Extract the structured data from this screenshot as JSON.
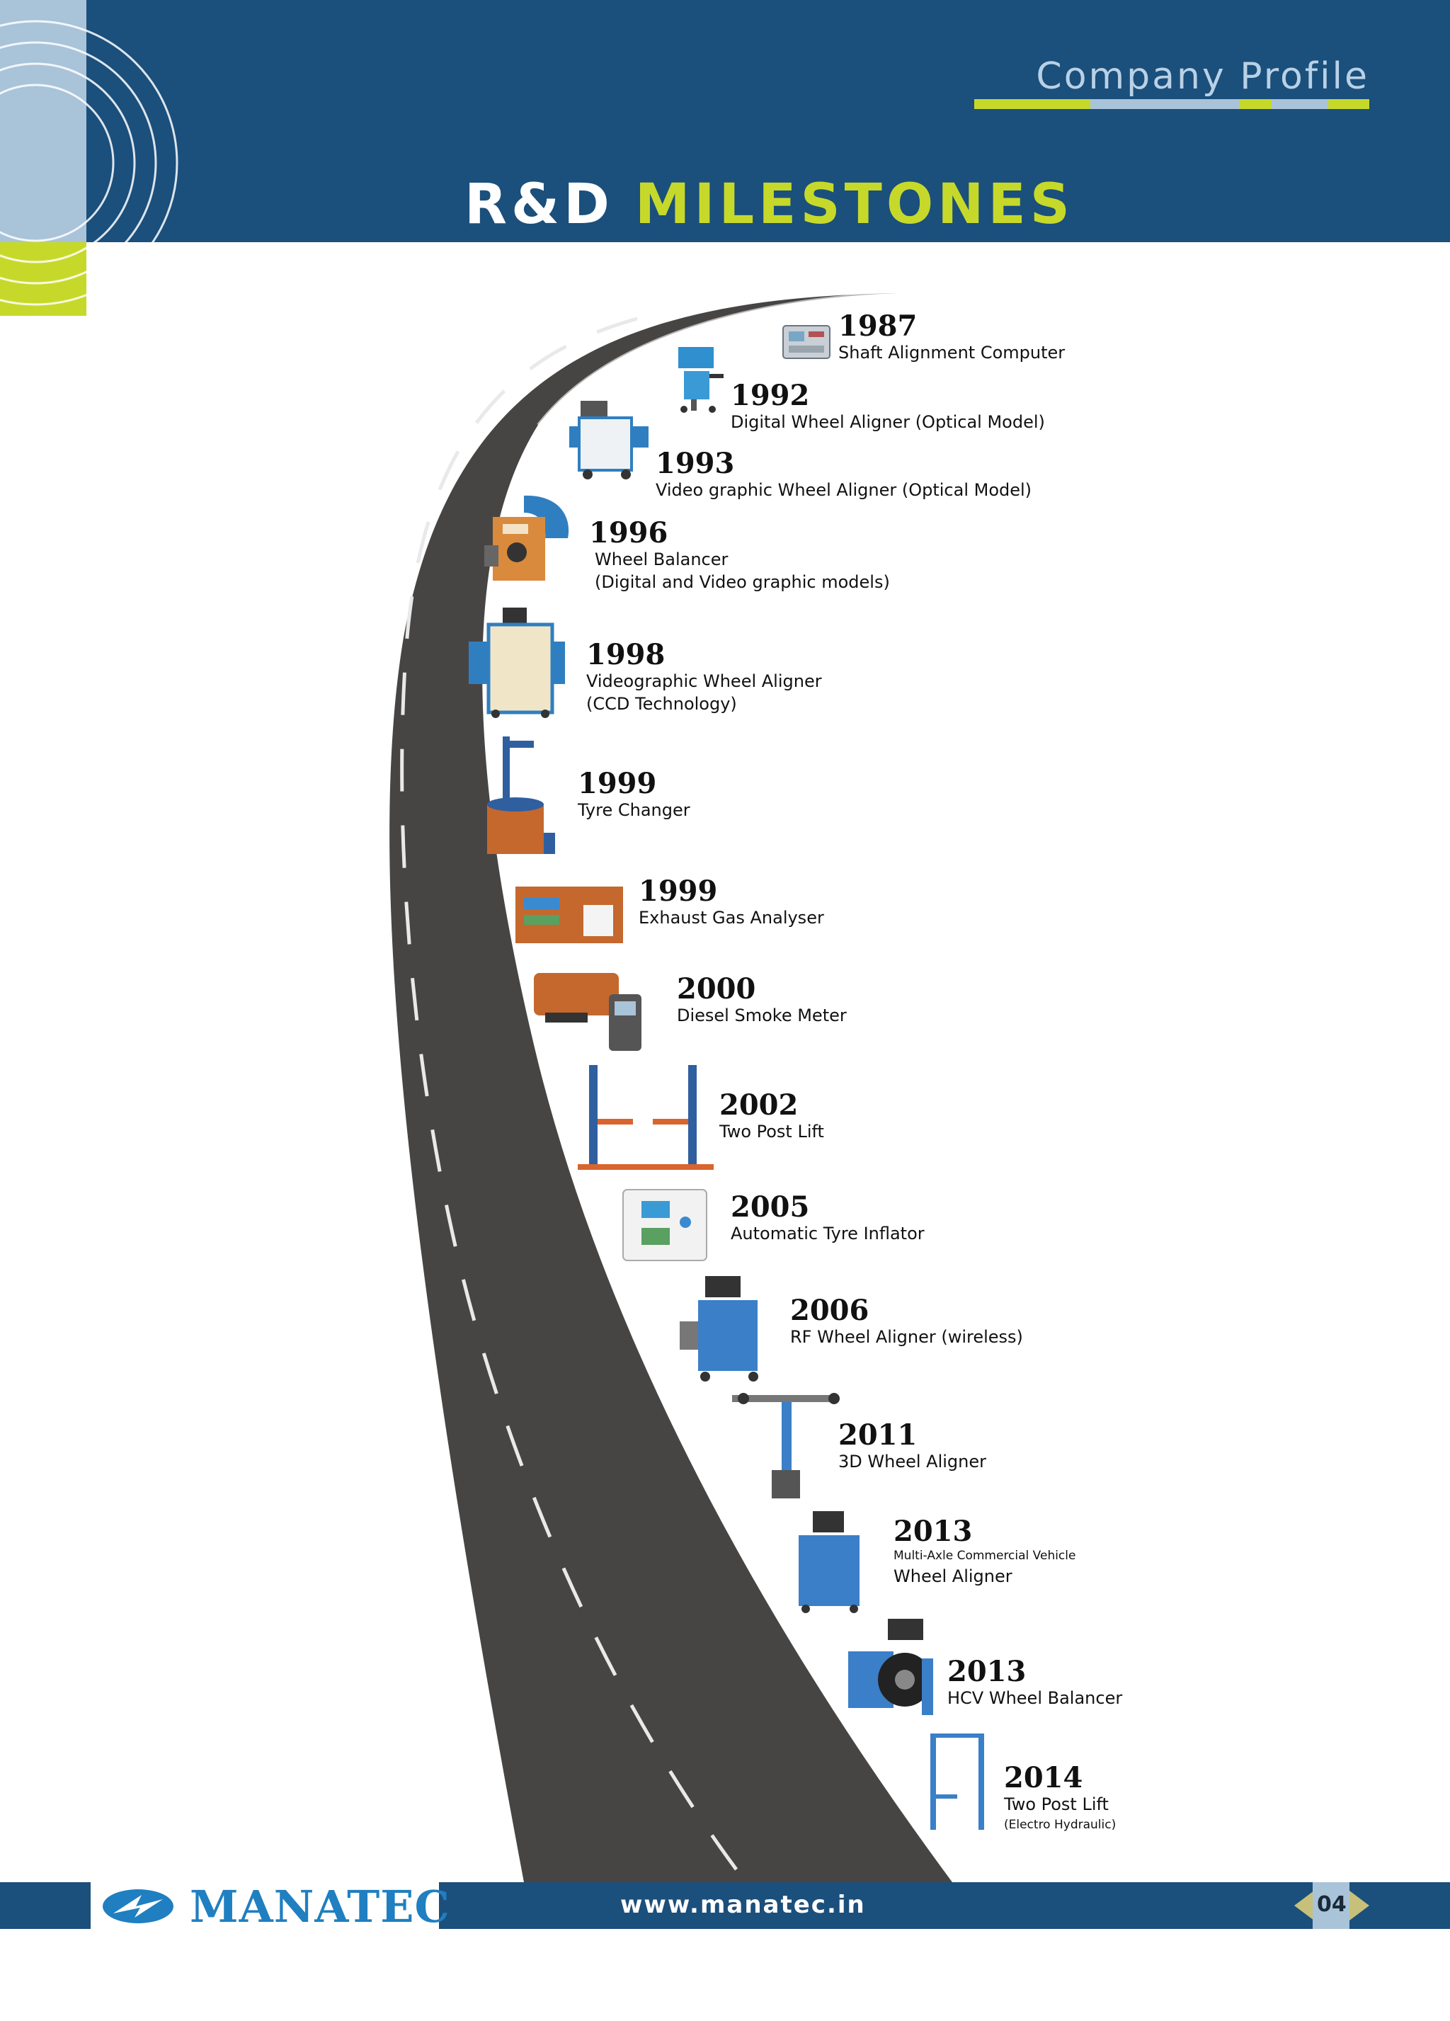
{
  "header": {
    "section": "Company Profile",
    "title_part1": "R&D",
    "title_part2": "MILESTONES",
    "colors": {
      "band": "#1b4f7c",
      "accent": "#c6d92a",
      "light": "#a9c3d9"
    }
  },
  "milestones": [
    {
      "year": "1987",
      "desc": "Shaft Alignment Computer"
    },
    {
      "year": "1992",
      "desc": "Digital Wheel Aligner (Optical Model)"
    },
    {
      "year": "1993",
      "desc": "Video graphic Wheel Aligner (Optical Model)"
    },
    {
      "year": "1996",
      "desc": "Wheel Balancer",
      "desc2": "(Digital and Video graphic models)"
    },
    {
      "year": "1998",
      "desc": "Videographic Wheel Aligner",
      "desc2": "(CCD Technology)"
    },
    {
      "year": "1999",
      "desc": "Tyre Changer"
    },
    {
      "year": "1999",
      "desc": "Exhaust Gas Analyser"
    },
    {
      "year": "2000",
      "desc": "Diesel Smoke Meter"
    },
    {
      "year": "2002",
      "desc": "Two Post Lift"
    },
    {
      "year": "2005",
      "desc": "Automatic Tyre Inflator"
    },
    {
      "year": "2006",
      "desc": "RF Wheel Aligner (wireless)"
    },
    {
      "year": "2011",
      "desc": "3D Wheel Aligner"
    },
    {
      "year": "2013",
      "small": "Multi-Axle Commercial Vehicle",
      "desc": "Wheel Aligner"
    },
    {
      "year": "2013",
      "desc": "HCV Wheel Balancer"
    },
    {
      "year": "2014",
      "desc": "Two Post Lift",
      "small2": "(Electro Hydraulic)"
    }
  ],
  "footer": {
    "logo": "MANATEC",
    "website": "www.manatec.in",
    "page": "04"
  }
}
